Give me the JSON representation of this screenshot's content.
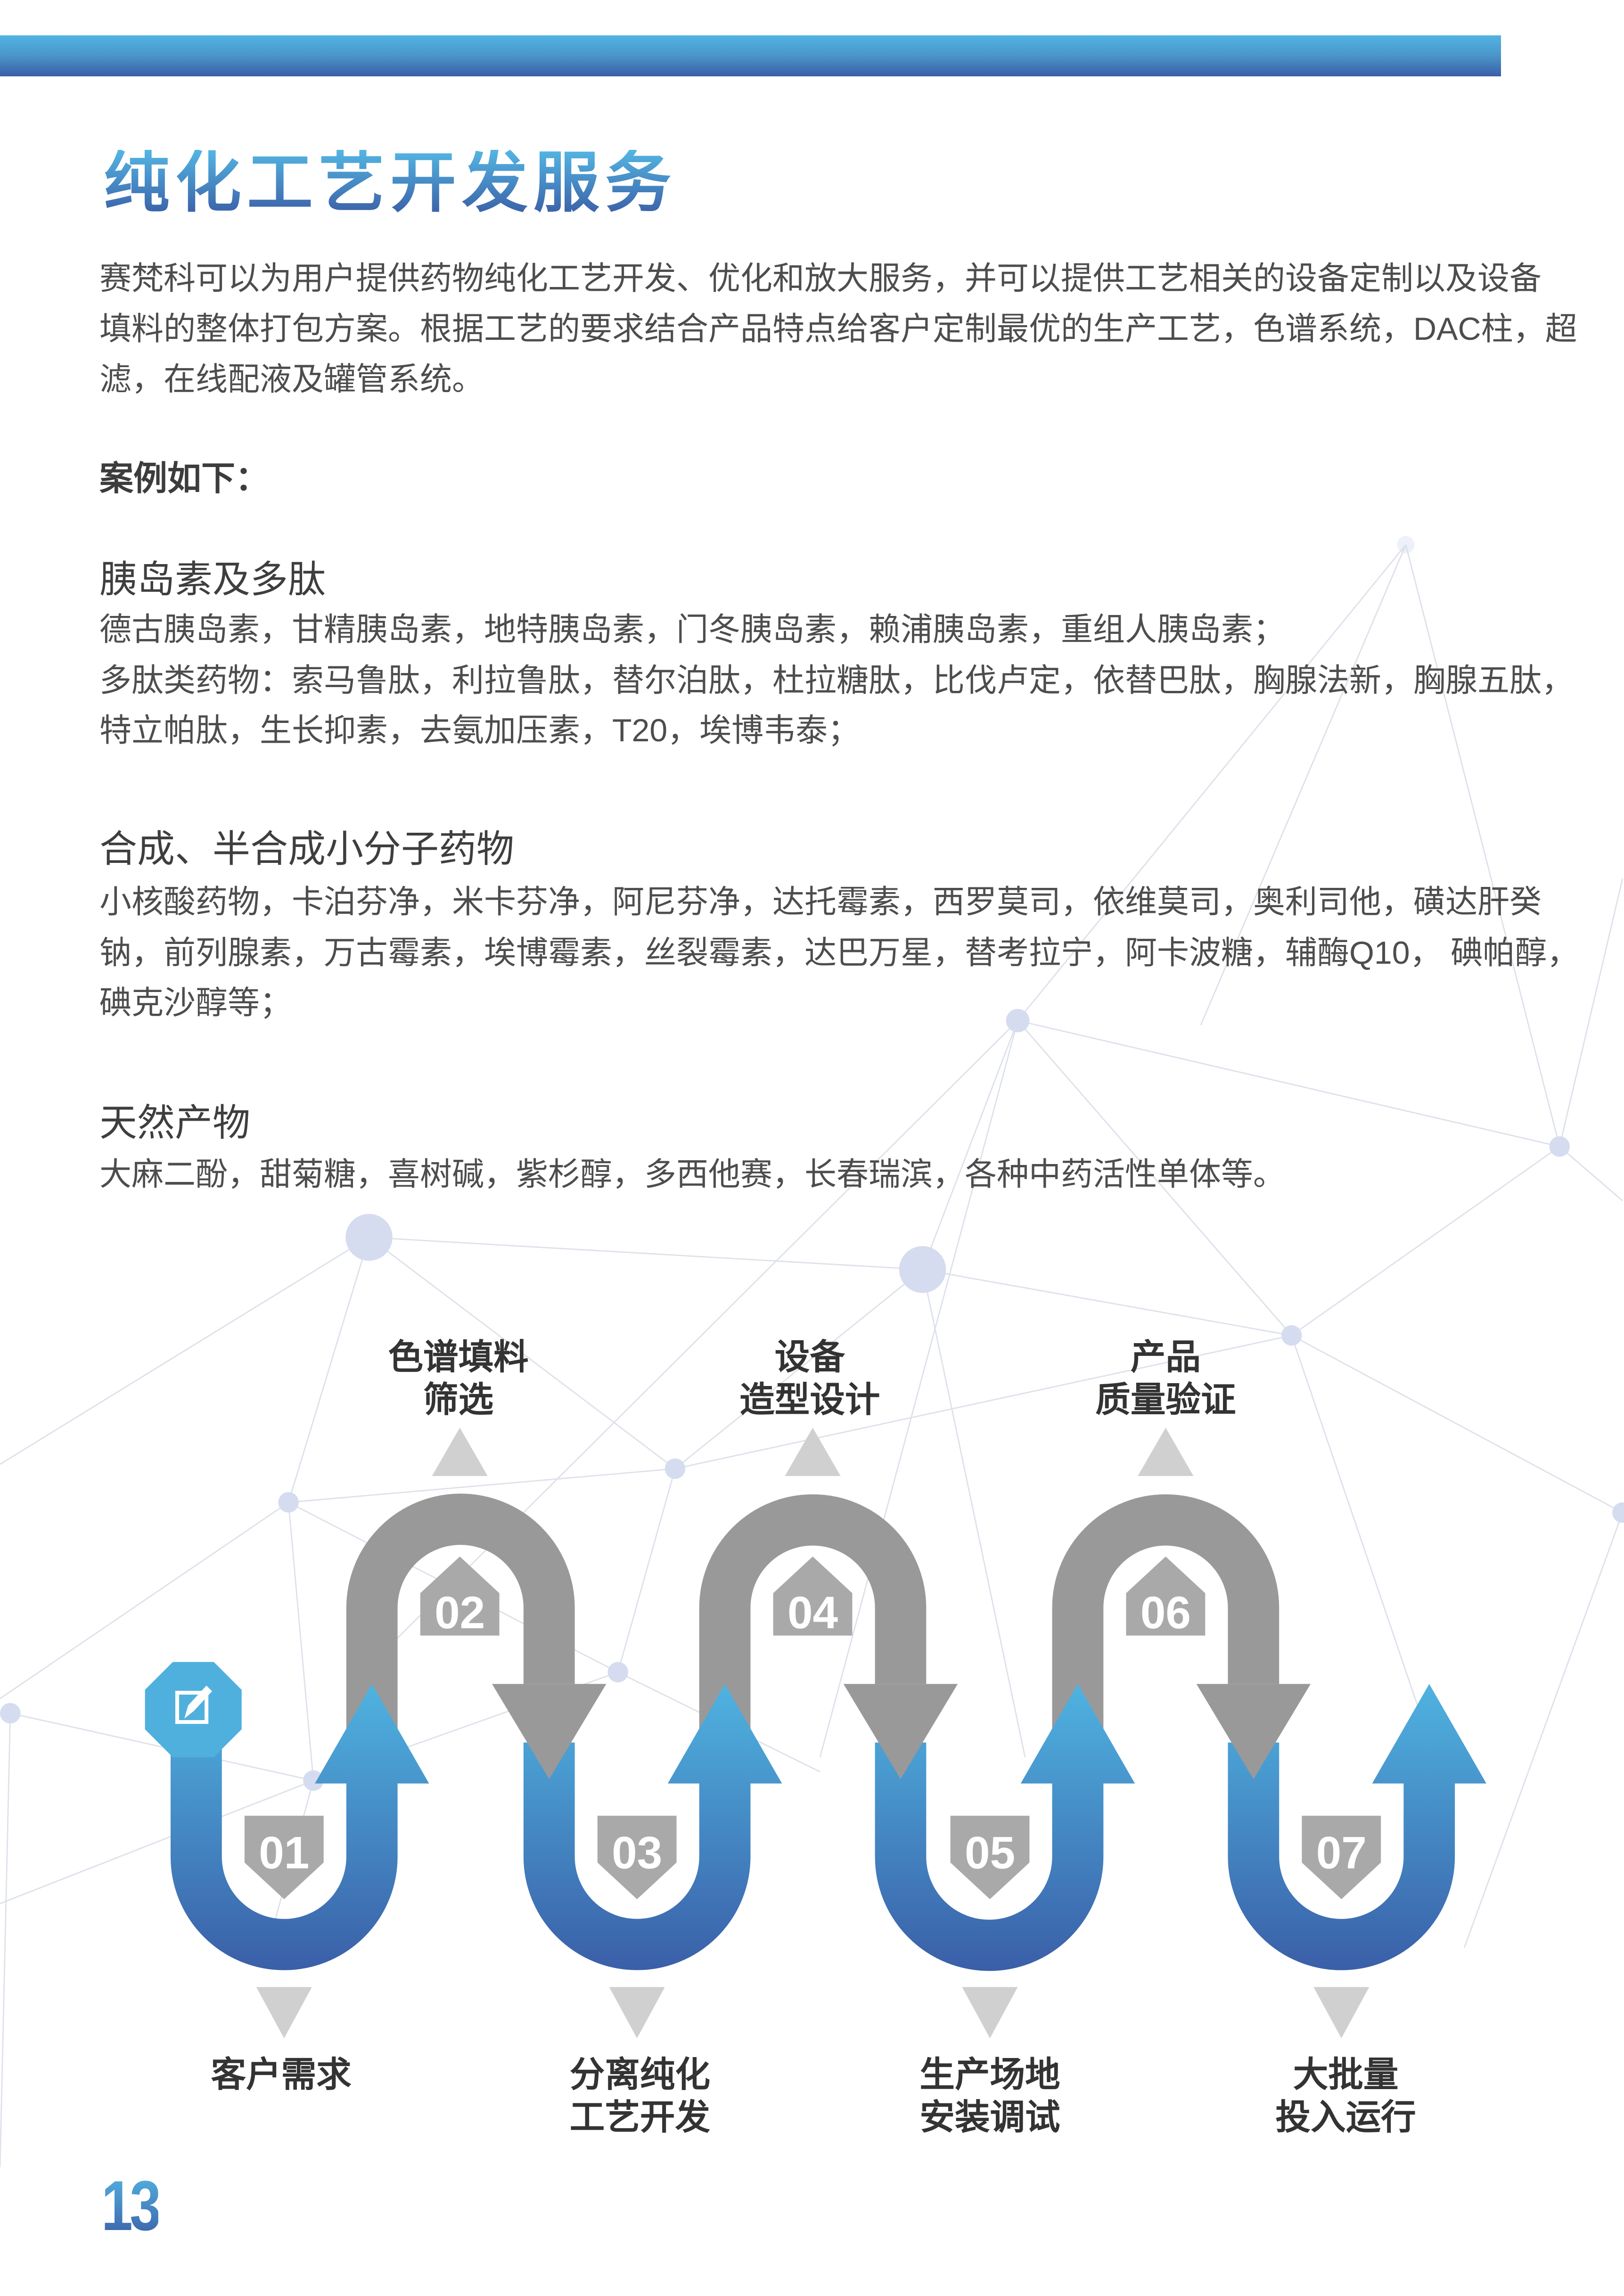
{
  "header": {
    "title": "纯化工艺开发服务",
    "accent": "#4a95c9"
  },
  "intro": {
    "lines": [
      "赛梵科可以为用户提供药物纯化工艺开发、优化和放大服务，并可以提供工艺相关的设备定制以及设备",
      "填料的整体打包方案。根据工艺的要求结合产品特点给客户定制最优的生产工艺，色谱系统，DAC柱，超",
      "滤，在线配液及罐管系统。"
    ]
  },
  "cases_heading": "案例如下：",
  "sections": [
    {
      "title": "胰岛素及多肽",
      "lines": [
        "德古胰岛素，甘精胰岛素，地特胰岛素，门冬胰岛素，赖浦胰岛素，重组人胰岛素；",
        "多肽类药物：索马鲁肽，利拉鲁肽，替尔泊肽，杜拉糖肽，比伐卢定，依替巴肽，胸腺法新，胸腺五肽，",
        "特立帕肽，生长抑素，去氨加压素，T20，埃博韦泰；"
      ]
    },
    {
      "title": "合成、半合成小分子药物",
      "lines": [
        "小核酸药物，卡泊芬净，米卡芬净，阿尼芬净，达托霉素，西罗莫司，依维莫司，奥利司他，磺达肝癸",
        "钠，前列腺素，万古霉素，埃博霉素，丝裂霉素，达巴万星，替考拉宁，阿卡波糖，辅酶Q10，  碘帕醇，",
        "碘克沙醇等；"
      ]
    },
    {
      "title": "天然产物",
      "lines": [
        "大麻二酚，甜菊糖，喜树碱，紫杉醇，多西他赛，长春瑞滨，各种中药活性单体等。"
      ]
    }
  ],
  "process": {
    "start_icon": "edit-icon",
    "steps": [
      {
        "number": "01",
        "label": [
          "客户需求"
        ]
      },
      {
        "number": "02",
        "label": [
          "色谱填料",
          "筛选"
        ]
      },
      {
        "number": "03",
        "label": [
          "分离纯化",
          "工艺开发"
        ]
      },
      {
        "number": "04",
        "label": [
          "设备",
          "造型设计"
        ]
      },
      {
        "number": "05",
        "label": [
          "生产场地",
          "安装调试"
        ]
      },
      {
        "number": "06",
        "label": [
          "产品",
          "质量验证"
        ]
      },
      {
        "number": "07",
        "label": [
          "大批量",
          "投入运行"
        ]
      }
    ],
    "colors": {
      "blue_top": "#4fb3e0",
      "blue_bottom": "#3a5fa8",
      "gray": "#999999",
      "badge": "#a9a9a9"
    }
  },
  "page_number": "13"
}
